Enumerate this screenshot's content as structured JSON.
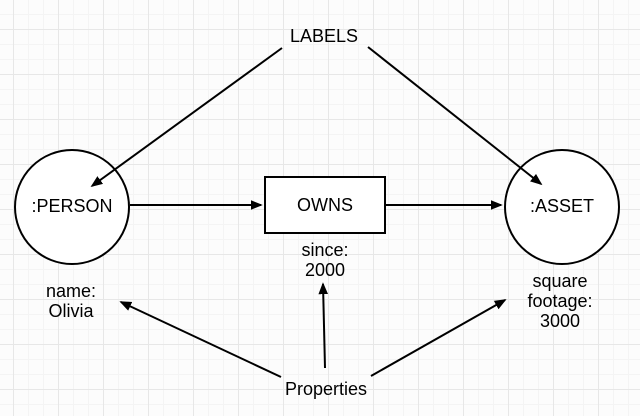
{
  "diagram": {
    "labels_title": "LABELS",
    "properties_title": "Properties",
    "nodes": {
      "person": {
        "label": ":PERSON",
        "property": "name:\nOlivia"
      },
      "relationship": {
        "label": "OWNS",
        "property": "since:\n2000"
      },
      "asset": {
        "label": ":ASSET",
        "property": "square\nfootage:\n3000"
      }
    }
  },
  "colors": {
    "stroke": "#000000",
    "shape_fill": "#ffffff",
    "text": "#000000",
    "background": "#fcfcfc",
    "grid_minor": "#f4f4f4",
    "grid_major": "#e7e7e7"
  }
}
